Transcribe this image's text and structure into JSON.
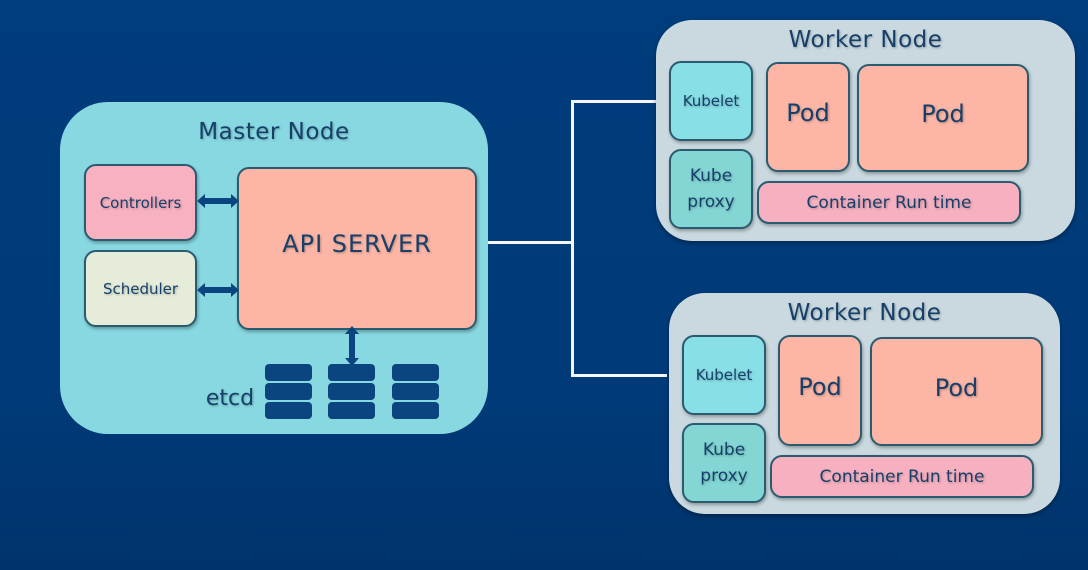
{
  "diagram": {
    "master_node": {
      "title": "Master Node",
      "controllers": "Controllers",
      "scheduler": "Scheduler",
      "api_server": "API SERVER",
      "etcd": "etcd"
    },
    "worker_nodes": [
      {
        "title": "Worker Node",
        "kubelet": "Kubelet",
        "kube_proxy_line1": "Kube",
        "kube_proxy_line2": "proxy",
        "pods": [
          "Pod",
          "Pod"
        ],
        "container_runtime": "Container Run time"
      },
      {
        "title": "Worker Node",
        "kubelet": "Kubelet",
        "kube_proxy_line1": "Kube",
        "kube_proxy_line2": "proxy",
        "pods": [
          "Pod",
          "Pod"
        ],
        "container_runtime": "Container Run time"
      }
    ],
    "colors": {
      "background": "#003d7c",
      "master_node": "#88d8e2",
      "worker_node": "#c9d9df",
      "api_server": "#fdb5a5",
      "controllers": "#f8b1c0",
      "scheduler": "#e5ecd9",
      "kubelet": "#88dfe6",
      "kube_proxy": "#83d6d4",
      "container_runtime": "#f6b0c0",
      "etcd": "#0a4580",
      "connector": "#f4f7f9"
    }
  }
}
